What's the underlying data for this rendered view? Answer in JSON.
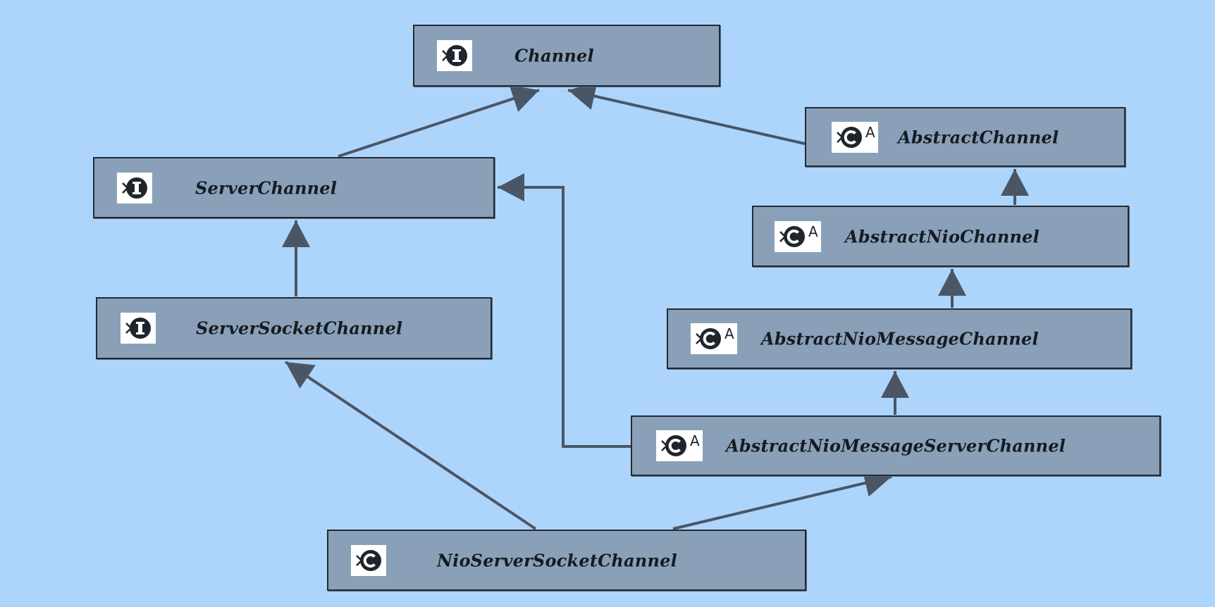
{
  "diagram": {
    "nodes": {
      "channel": {
        "label": "Channel",
        "kind": "interface",
        "icon": "interface-icon"
      },
      "server_channel": {
        "label": "ServerChannel",
        "kind": "interface",
        "icon": "interface-icon"
      },
      "server_socket_channel": {
        "label": "ServerSocketChannel",
        "kind": "interface",
        "icon": "interface-icon"
      },
      "abstract_channel": {
        "label": "AbstractChannel",
        "kind": "abstract-class",
        "icon": "abstract-class-icon",
        "badge": "A"
      },
      "abstract_nio_channel": {
        "label": "AbstractNioChannel",
        "kind": "abstract-class",
        "icon": "abstract-class-icon",
        "badge": "A"
      },
      "abstract_nio_message_channel": {
        "label": "AbstractNioMessageChannel",
        "kind": "abstract-class",
        "icon": "abstract-class-icon",
        "badge": "A"
      },
      "abstract_nio_message_server_channel": {
        "label": "AbstractNioMessageServerChannel",
        "kind": "abstract-class",
        "icon": "abstract-class-icon",
        "badge": "A"
      },
      "nio_server_socket_channel": {
        "label": "NioServerSocketChannel",
        "kind": "class",
        "icon": "class-icon"
      }
    },
    "edges": [
      {
        "from": "server_channel",
        "to": "channel",
        "relation": "extends"
      },
      {
        "from": "abstract_channel",
        "to": "channel",
        "relation": "implements"
      },
      {
        "from": "server_socket_channel",
        "to": "server_channel",
        "relation": "extends"
      },
      {
        "from": "abstract_nio_channel",
        "to": "abstract_channel",
        "relation": "extends"
      },
      {
        "from": "abstract_nio_message_channel",
        "to": "abstract_nio_channel",
        "relation": "extends"
      },
      {
        "from": "abstract_nio_message_server_channel",
        "to": "abstract_nio_message_channel",
        "relation": "extends"
      },
      {
        "from": "abstract_nio_message_server_channel",
        "to": "server_channel",
        "relation": "implements"
      },
      {
        "from": "nio_server_socket_channel",
        "to": "server_socket_channel",
        "relation": "implements"
      },
      {
        "from": "nio_server_socket_channel",
        "to": "abstract_nio_message_server_channel",
        "relation": "extends"
      }
    ],
    "colors": {
      "background": "#add5fb",
      "node_fill": "#8aa0b9",
      "node_border": "#232a33",
      "edge": "#4a5666"
    }
  }
}
